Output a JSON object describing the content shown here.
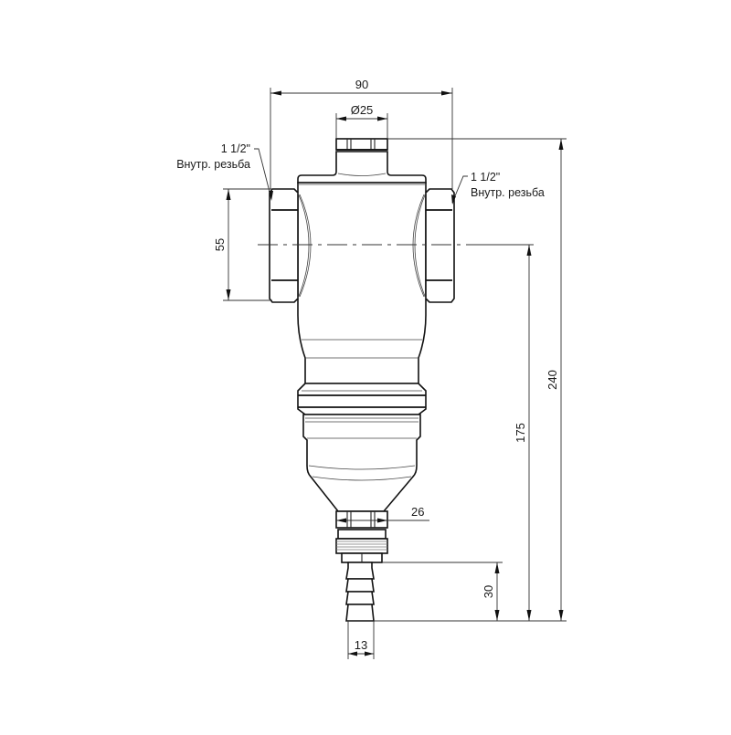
{
  "drawing": {
    "title": "Filter technical drawing with dimensions",
    "units": "mm",
    "background": "#ffffff",
    "line_color": "#111111"
  },
  "dimensions": {
    "overall_width": "90",
    "top_diameter": "Ø25",
    "inlet_height": "55",
    "drain_nut": "26",
    "hose_barb": "13",
    "barb_length": "30",
    "axis_to_bottom": "175",
    "overall_height": "240"
  },
  "annotations": {
    "left_port": {
      "size": "1 1/2\"",
      "thread": "Внутр. резьба"
    },
    "right_port": {
      "size": "1 1/2\"",
      "thread": "Внутр. резьба"
    }
  }
}
